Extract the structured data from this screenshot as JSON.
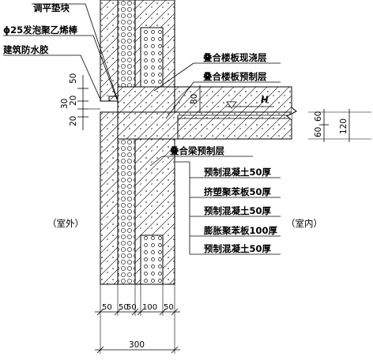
{
  "labels": {
    "leveling_block": "调平垫块",
    "pe_rod": "ϕ25发泡聚乙烯棒",
    "sealant": "建筑防水胶",
    "slab_cast": "叠合楼板现浇层",
    "slab_precast": "叠合楼板预制层",
    "beam_precast": "叠合梁预制层",
    "layer1": "预制混凝土50厚",
    "layer2": "挤塑聚苯板50厚",
    "layer3": "预制混凝土50厚",
    "layer4": "膨胀聚苯板100厚",
    "layer5": "预制混凝土50厚",
    "outside": "（室外）",
    "inside": "（室内）",
    "level_mark": "H"
  },
  "dimensions": {
    "d50_top": "50",
    "d30": "30",
    "d20a": "20",
    "d20b": "20",
    "d80": "80",
    "d60a": "60",
    "d60b": "60",
    "d120": "120",
    "b1": "50",
    "b2": "50",
    "b3": "50",
    "b4": "100",
    "b5": "50",
    "total": "300"
  },
  "colors": {
    "line": "#000000",
    "fill": "#ffffff"
  }
}
